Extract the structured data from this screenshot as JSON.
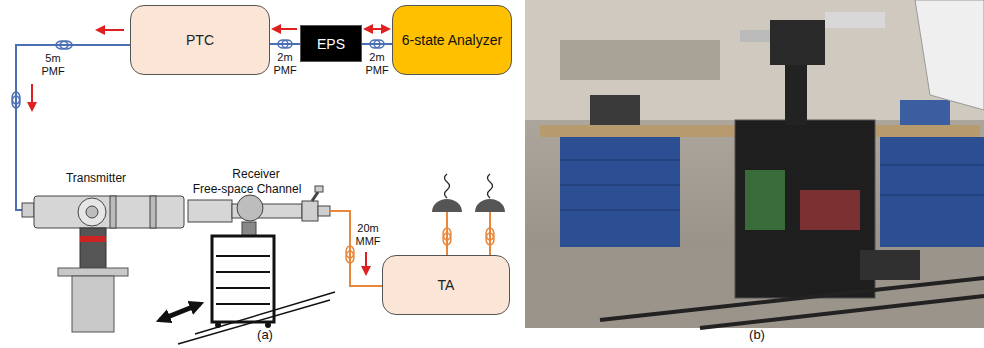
{
  "diagram": {
    "nodes": [
      {
        "text": [
          "PTC"
        ]
      },
      {
        "text": [
          "EPS"
        ]
      },
      {
        "text": [
          "6-state Analyzer"
        ]
      },
      {
        "text": [
          "TA"
        ]
      }
    ],
    "edges": [
      {
        "from": 1,
        "to": 0,
        "arrow": "to",
        "label": "2m PMF"
      },
      {
        "from": 1,
        "to": 2,
        "arrow": "both",
        "label": "2m PMF"
      }
    ],
    "labels": [
      "5m PMF",
      "Transmitter",
      "Free-space Channel",
      "Receiver",
      "20m MMF",
      "(a)",
      "(b)"
    ]
  }
}
